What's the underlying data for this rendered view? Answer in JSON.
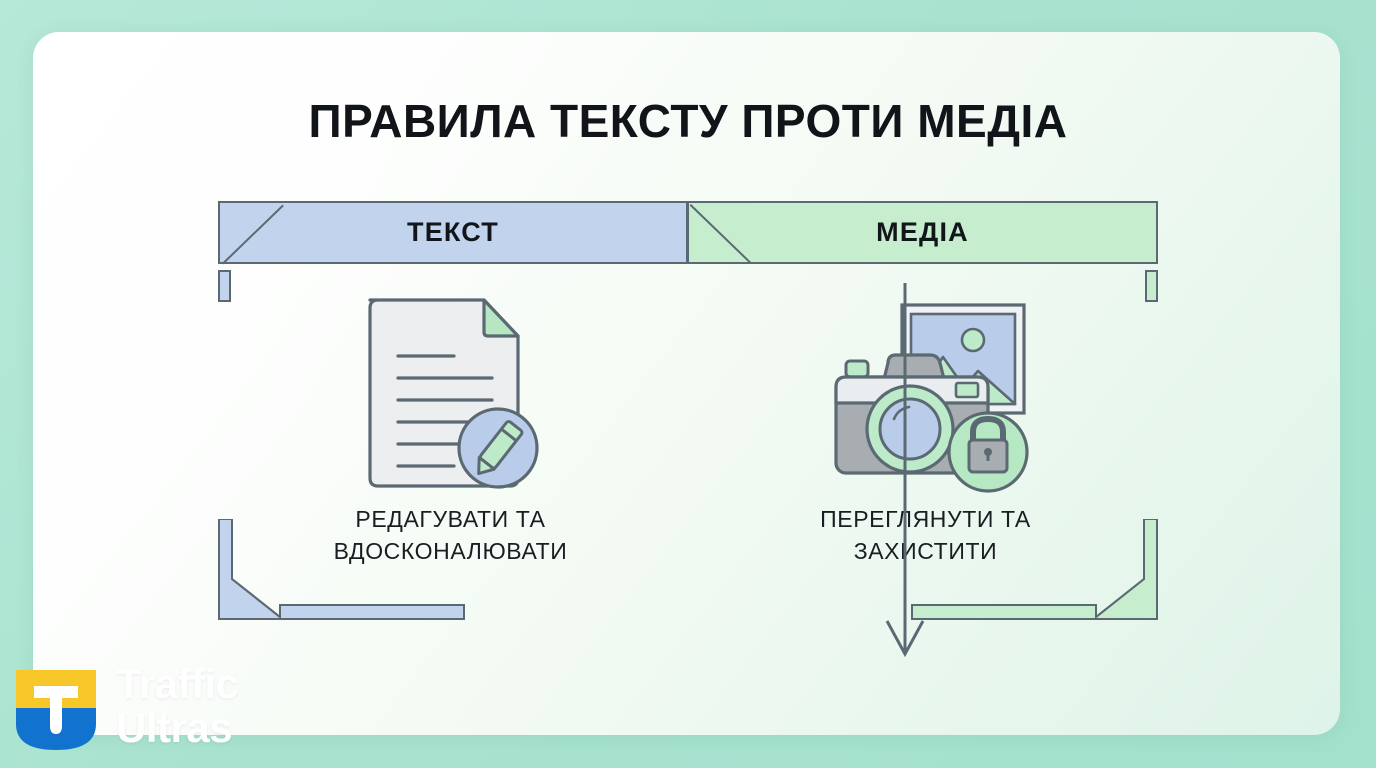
{
  "slide": {
    "title": "ПРАВИЛА ТЕКСТУ ПРОТИ МЕДІА",
    "background_color": "#aee5d3",
    "card_color": "#ffffff"
  },
  "diagram": {
    "columns": [
      {
        "header_label": "ТЕКСТ",
        "header_color": "#c2d3ee",
        "icon": "document-edit-icon",
        "caption": "РЕДАГУВАТИ ТА\nВДОСКОНАЛЮВАТИ"
      },
      {
        "header_label": "МЕДІА",
        "header_color": "#c6edce",
        "icon": "camera-lock-icon",
        "caption": "ПЕРЕГЛЯНУТИ ТА\nЗАХИСТИТИ"
      }
    ],
    "divider": "down-arrow-icon",
    "outline_color": "#5b6a72"
  },
  "logo": {
    "mark": "tu-monogram-icon",
    "line1": "Traffic",
    "line2": "Ultras",
    "yellow": "#f7c72a",
    "blue": "#1273cf",
    "text_color": "#ffffff"
  }
}
